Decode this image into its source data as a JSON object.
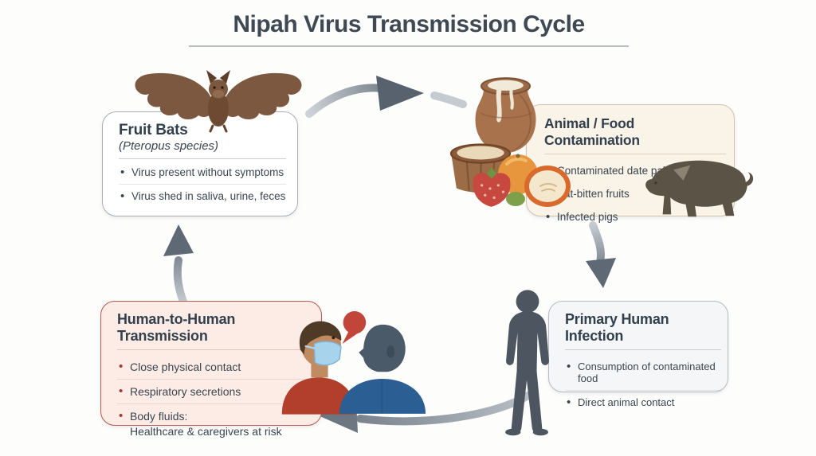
{
  "title": "Nipah Virus Transmission Cycle",
  "nodes": {
    "fruit_bats": {
      "title": "Fruit Bats",
      "subtitle": "(Pteropus species)",
      "bullets": [
        "Virus present without symptoms",
        "Virus shed in saliva, urine, feces"
      ],
      "illustration": "fruit-bat",
      "bg": "#ffffff",
      "border": "#a8aeb4"
    },
    "animal_food_contamination": {
      "title": "Animal / Food Contamination",
      "bullets": [
        "Contaminated date palm sap",
        "Bat-bitten fruits",
        "Infected pigs"
      ],
      "illustrations": [
        "date-palm-sap-pot",
        "sap-bucket",
        "strawberry",
        "orange",
        "bitten-fruit",
        "pig"
      ],
      "bg": "#faf3e7",
      "border": "#cfc3ad"
    },
    "primary_human_infection": {
      "title": "Primary Human Infection",
      "bullets": [
        "Consumption of contaminated food",
        "Direct animal contact"
      ],
      "illustration": "human-silhouette",
      "bg": "#f4f6f8",
      "border": "#b7bdc4"
    },
    "human_to_human_transmission": {
      "title": "Human-to-Human Transmission",
      "bullets": [
        "Close physical contact",
        "Respiratory secretions",
        "Body fluids:"
      ],
      "sub_bullet": "Healthcare & caregivers at risk",
      "illustrations": [
        "masked-patient",
        "contact-person",
        "speech-bubble"
      ],
      "bg": "#fdece6",
      "border": "#b75c4f",
      "bullet_color": "#9d392f"
    }
  },
  "arrows": {
    "color_tail": "#cdd2d7",
    "color_head": "#5a6672",
    "sequence": [
      "fruit-bats-to-animal-food",
      "animal-food-to-primary-human",
      "primary-human-to-human-to-human",
      "human-to-human-to-fruit-bats"
    ]
  },
  "accent_colors": {
    "title_text": "#3e4953",
    "body_text": "#3a4550",
    "h2h_accent": "#9d392f"
  }
}
